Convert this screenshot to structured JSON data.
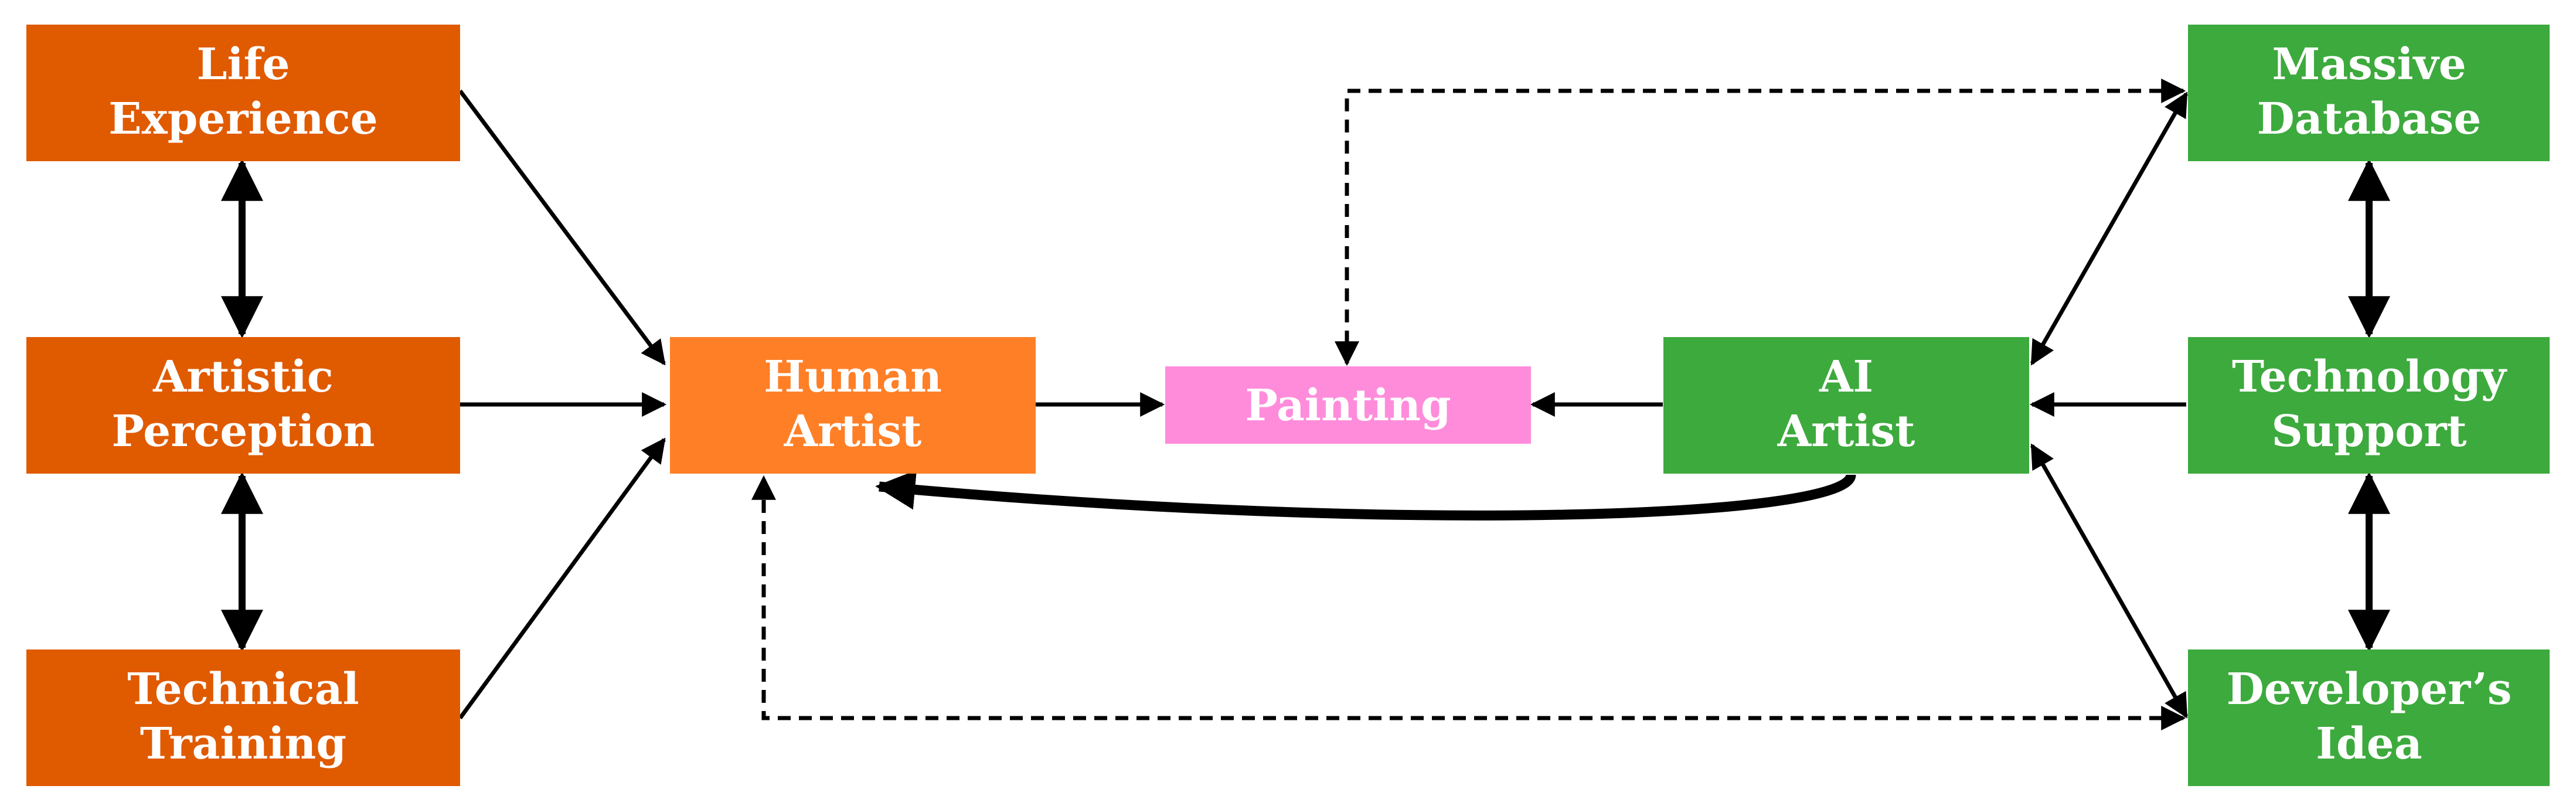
{
  "colors": {
    "left_group": "#E05A00",
    "human_artist": "#FF7F27",
    "painting": "#FF8CDB",
    "right_group": "#3DAA3D",
    "text": "#FFFFFF",
    "arrow": "#000000"
  },
  "nodes": {
    "life_experience": {
      "line1": "Life",
      "line2": "Experience"
    },
    "artistic_perception": {
      "line1": "Artistic",
      "line2": "Perception"
    },
    "technical_training": {
      "line1": "Technical",
      "line2": "Training"
    },
    "human_artist": {
      "line1": "Human",
      "line2": "Artist"
    },
    "painting": {
      "line1": "Painting"
    },
    "ai_artist": {
      "line1": "AI",
      "line2": "Artist"
    },
    "massive_database": {
      "line1": "Massive",
      "line2": "Database"
    },
    "technology_support": {
      "line1": "Technology",
      "line2": "Support"
    },
    "developers_idea": {
      "line1": "Developer’s",
      "line2": "Idea"
    }
  },
  "edges": [
    {
      "from": "life_experience",
      "to": "human_artist",
      "style": "solid"
    },
    {
      "from": "artistic_perception",
      "to": "human_artist",
      "style": "solid"
    },
    {
      "from": "technical_training",
      "to": "human_artist",
      "style": "solid"
    },
    {
      "from": "life_experience",
      "to": "artistic_perception",
      "style": "solid-bidirectional"
    },
    {
      "from": "artistic_perception",
      "to": "technical_training",
      "style": "solid-bidirectional"
    },
    {
      "from": "human_artist",
      "to": "painting",
      "style": "solid"
    },
    {
      "from": "ai_artist",
      "to": "painting",
      "style": "solid"
    },
    {
      "from": "ai_artist",
      "to": "human_artist",
      "style": "thick-curved"
    },
    {
      "from": "massive_database",
      "to": "ai_artist",
      "style": "solid-bidirectional"
    },
    {
      "from": "technology_support",
      "to": "ai_artist",
      "style": "solid"
    },
    {
      "from": "developers_idea",
      "to": "ai_artist",
      "style": "solid-bidirectional"
    },
    {
      "from": "massive_database",
      "to": "technology_support",
      "style": "solid-bidirectional"
    },
    {
      "from": "technology_support",
      "to": "developers_idea",
      "style": "solid-bidirectional"
    },
    {
      "from": "massive_database",
      "to": "painting",
      "style": "dashed-bidirectional"
    },
    {
      "from": "developers_idea",
      "to": "human_artist",
      "style": "dashed-bidirectional"
    }
  ]
}
